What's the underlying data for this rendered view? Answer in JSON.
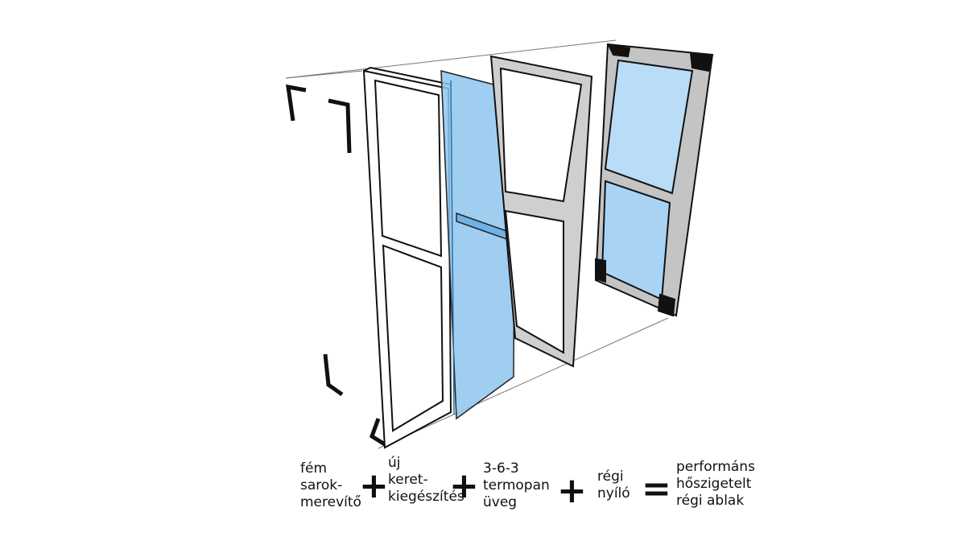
{
  "diagram": {
    "components": [
      {
        "lines": [
          "fém",
          "sarok-",
          "merevítő"
        ]
      },
      {
        "lines": [
          "új",
          "keret-",
          "kiegészítés"
        ]
      },
      {
        "lines": [
          "3-6-3",
          "termopan",
          "üveg"
        ]
      },
      {
        "lines": [
          "régi",
          "nyíló"
        ]
      }
    ],
    "operators": [
      "+",
      "+",
      "+",
      "="
    ],
    "result": {
      "lines": [
        "performáns",
        "hőszigetelt",
        "régi ablak"
      ]
    },
    "colors": {
      "glass": "#8ec5ef",
      "glass_light": "#b9dcf7",
      "frame_grey": "#c8c8c8",
      "ink": "#111111"
    }
  }
}
